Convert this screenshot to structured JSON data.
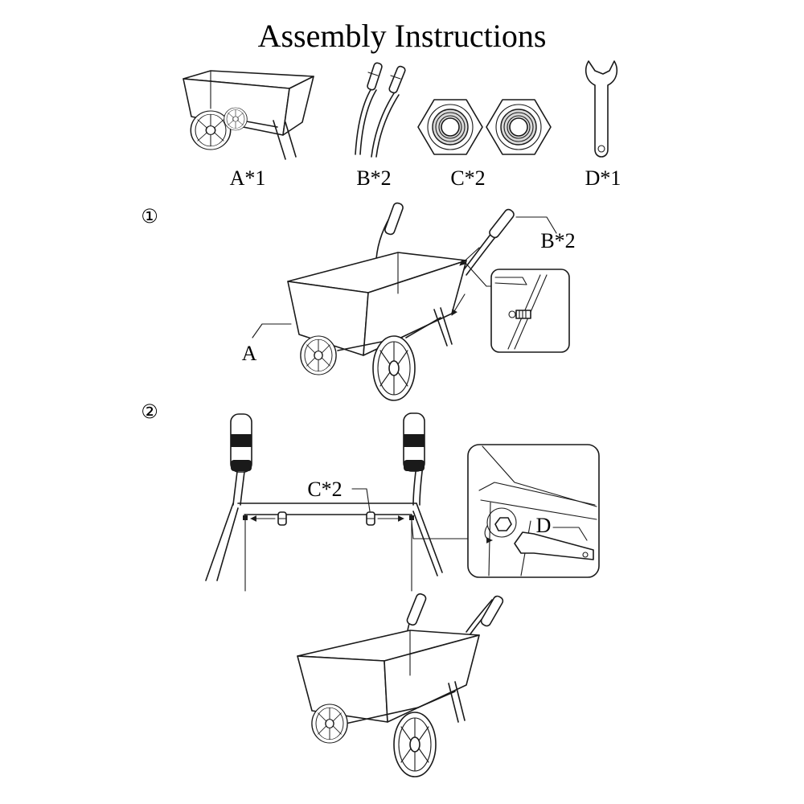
{
  "title": "Assembly Instructions",
  "parts": [
    {
      "label": "A*1",
      "icon": "wheelbarrow-body-icon"
    },
    {
      "label": "B*2",
      "icon": "handle-bars-icon"
    },
    {
      "label": "C*2",
      "icon": "hex-nut-icon"
    },
    {
      "label": "D*1",
      "icon": "wrench-icon"
    }
  ],
  "steps": [
    {
      "number": "①",
      "callouts": {
        "handles": "B*2",
        "body": "A"
      }
    },
    {
      "number": "②",
      "callouts": {
        "nuts": "C*2",
        "wrench": "D"
      }
    }
  ]
}
